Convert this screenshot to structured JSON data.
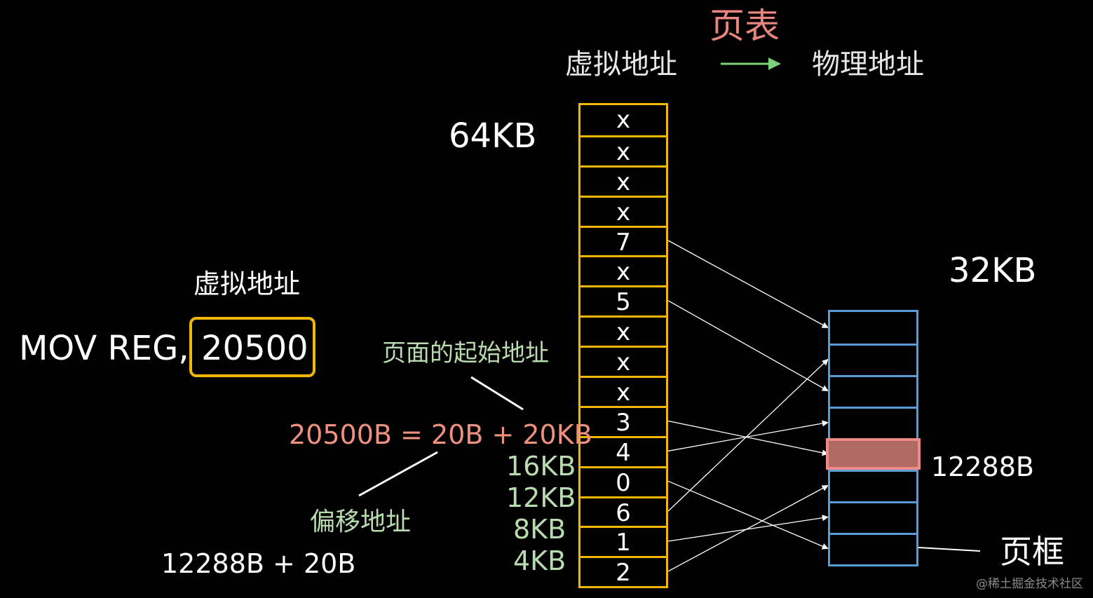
{
  "title": "页表",
  "header": {
    "virtual": "虚拟地址",
    "physical": "物理地址"
  },
  "virtual_size": "64KB",
  "physical_size": "32KB",
  "virtual_pages": [
    "x",
    "x",
    "x",
    "x",
    "7",
    "x",
    "5",
    "x",
    "x",
    "x",
    "3",
    "4",
    "0",
    "6",
    "1",
    "2"
  ],
  "instruction": {
    "caption": "虚拟地址",
    "prefix": "MOV REG,",
    "value": "20500"
  },
  "page_start_caption": "页面的起始地址",
  "equation": {
    "text": "20500B = 20B + 20KB"
  },
  "address_labels": [
    "16KB",
    "12KB",
    "8KB",
    "4KB"
  ],
  "offset_caption": "偏移地址",
  "result": "12288B + 20B",
  "highlight_label": "12288B",
  "frame_caption": "页框",
  "watermark": "@稀土掘金技术社区",
  "colors": {
    "title": "#e8857e",
    "equation": "#f0917f",
    "virtual_table": "#f2b705",
    "physical_table": "#5b9bd5",
    "highlight_fill": "#b06a63",
    "arrow": "#7dd17a",
    "labels_green": "#b8dcb0"
  }
}
